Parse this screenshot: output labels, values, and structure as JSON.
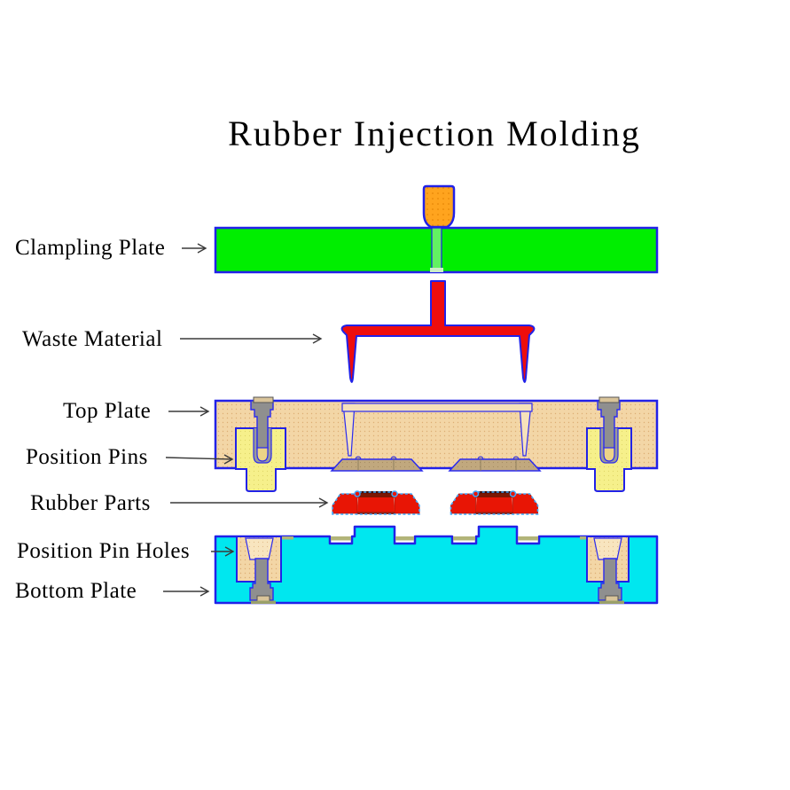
{
  "title": "Rubber Injection Molding",
  "labels": {
    "clamping_plate": "Clampling Plate",
    "waste_material": "Waste Material",
    "top_plate": "Top Plate",
    "position_pins": "Position Pins",
    "rubber_parts": "Rubber Parts",
    "position_pin_holes": "Position Pin Holes",
    "bottom_plate": "Bottom Plate"
  },
  "diagram": {
    "parts": [
      "injection-sprue-funnel",
      "clamping-plate",
      "waste-material-sprue",
      "top-plate",
      "position-pins",
      "rubber-parts",
      "bottom-plate",
      "position-pin-holes"
    ],
    "colors": {
      "clamping_plate_green": "#00ee00",
      "channel_green": "#62f162",
      "outline_blue": "#2121e8",
      "funnel_orange": "#ffa41e",
      "waste_red": "#ee0d0d",
      "rubber_red": "#e81505",
      "rubber_dark_band": "#7c1703",
      "rubber_selection_blue": "#3fa9ff",
      "top_plate_tan": "#f3d6a6",
      "cavity_khaki": "#c1a87e",
      "bushing_yellow": "#f6f08b",
      "pin_gray": "#8f8f8f",
      "bottom_plate_cyan": "#00e7ef",
      "insert_cream": "#f8e5bf",
      "arrow_gray": "#3a3a3a"
    }
  }
}
